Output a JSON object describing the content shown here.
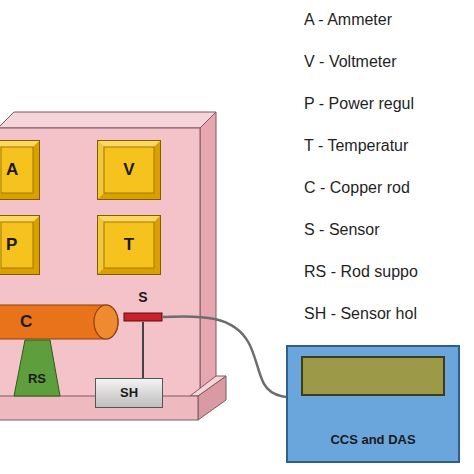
{
  "diagram": {
    "nodes": [
      {
        "text": [
          "A"
        ]
      },
      {
        "text": [
          "V"
        ]
      },
      {
        "text": [
          "P"
        ]
      },
      {
        "text": [
          "T"
        ]
      },
      {
        "text": [
          "C"
        ]
      },
      {
        "text": [
          "S"
        ]
      },
      {
        "text": [
          "RS"
        ]
      },
      {
        "text": [
          "SH"
        ]
      },
      {
        "text": [
          "CCS and DAS"
        ]
      }
    ],
    "edges": [
      {
        "from": 5,
        "to": 7,
        "arrow": "none"
      },
      {
        "from": 5,
        "to": 8,
        "arrow": "none"
      }
    ],
    "labels": [
      "A - Ammeter",
      "V - Voltmeter",
      "P - Power regul",
      "T - Temperatur",
      "C - Copper rod",
      "S - Sensor",
      "RS - Rod suppo",
      "SH - Sensor hol"
    ]
  }
}
